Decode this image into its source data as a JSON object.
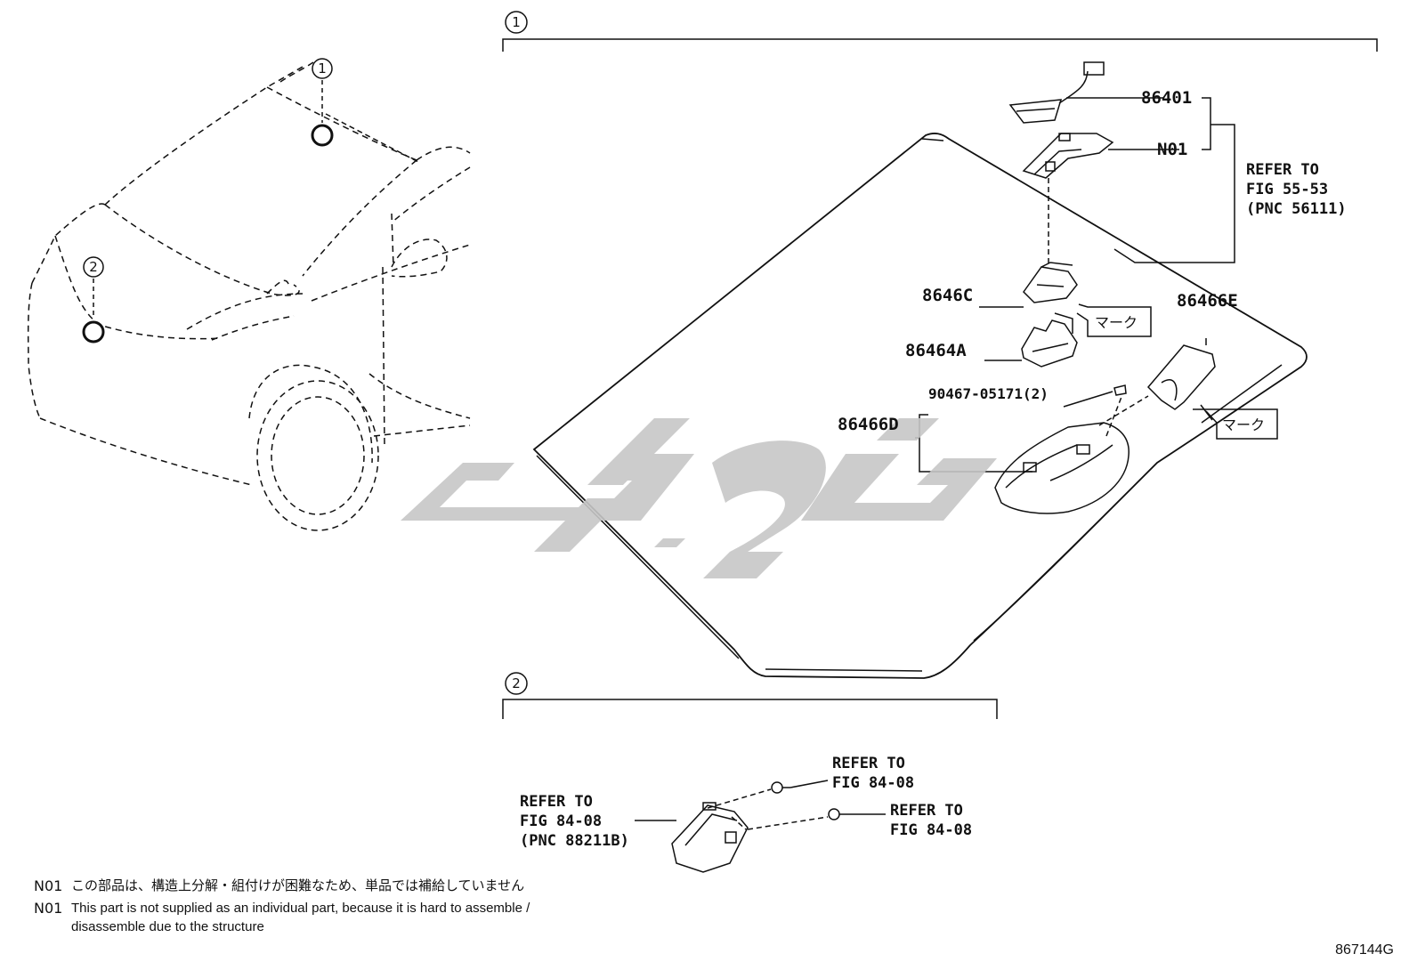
{
  "callouts": {
    "one": "1",
    "two": "2"
  },
  "section1": {
    "parts": {
      "p86401": "86401",
      "n01": "N01",
      "p8646C": "8646C",
      "p86464A": "86464A",
      "p86466E": "86466E",
      "p90467": "90467-05171(2)",
      "p86466D": "86466D"
    },
    "mark1": "マーク",
    "mark2": "マーク",
    "refer": {
      "l1": "REFER TO",
      "l2": "FIG 55-53",
      "l3": "(PNC 56111)"
    }
  },
  "section2": {
    "refer_left": {
      "l1": "REFER TO",
      "l2": "FIG 84-08",
      "l3": "(PNC 88211B)"
    },
    "refer_top": {
      "l1": "REFER TO",
      "l2": "FIG 84-08"
    },
    "refer_right": {
      "l1": "REFER TO",
      "l2": "FIG 84-08"
    }
  },
  "notes": {
    "jp": {
      "code": "N01",
      "text": "この部品は、構造上分解・組付けが困難なため、単品では補給していません"
    },
    "en": {
      "code": "N01",
      "text_l1": "This part is not supplied as an individual part, because it is hard to assemble /",
      "text_l2": "disassemble due to the structure"
    }
  },
  "figure_id": "867144G",
  "icons": {
    "watermark": "watermark-logo"
  },
  "colors": {
    "ink": "#111111",
    "watermark": "#c7c7c7"
  }
}
